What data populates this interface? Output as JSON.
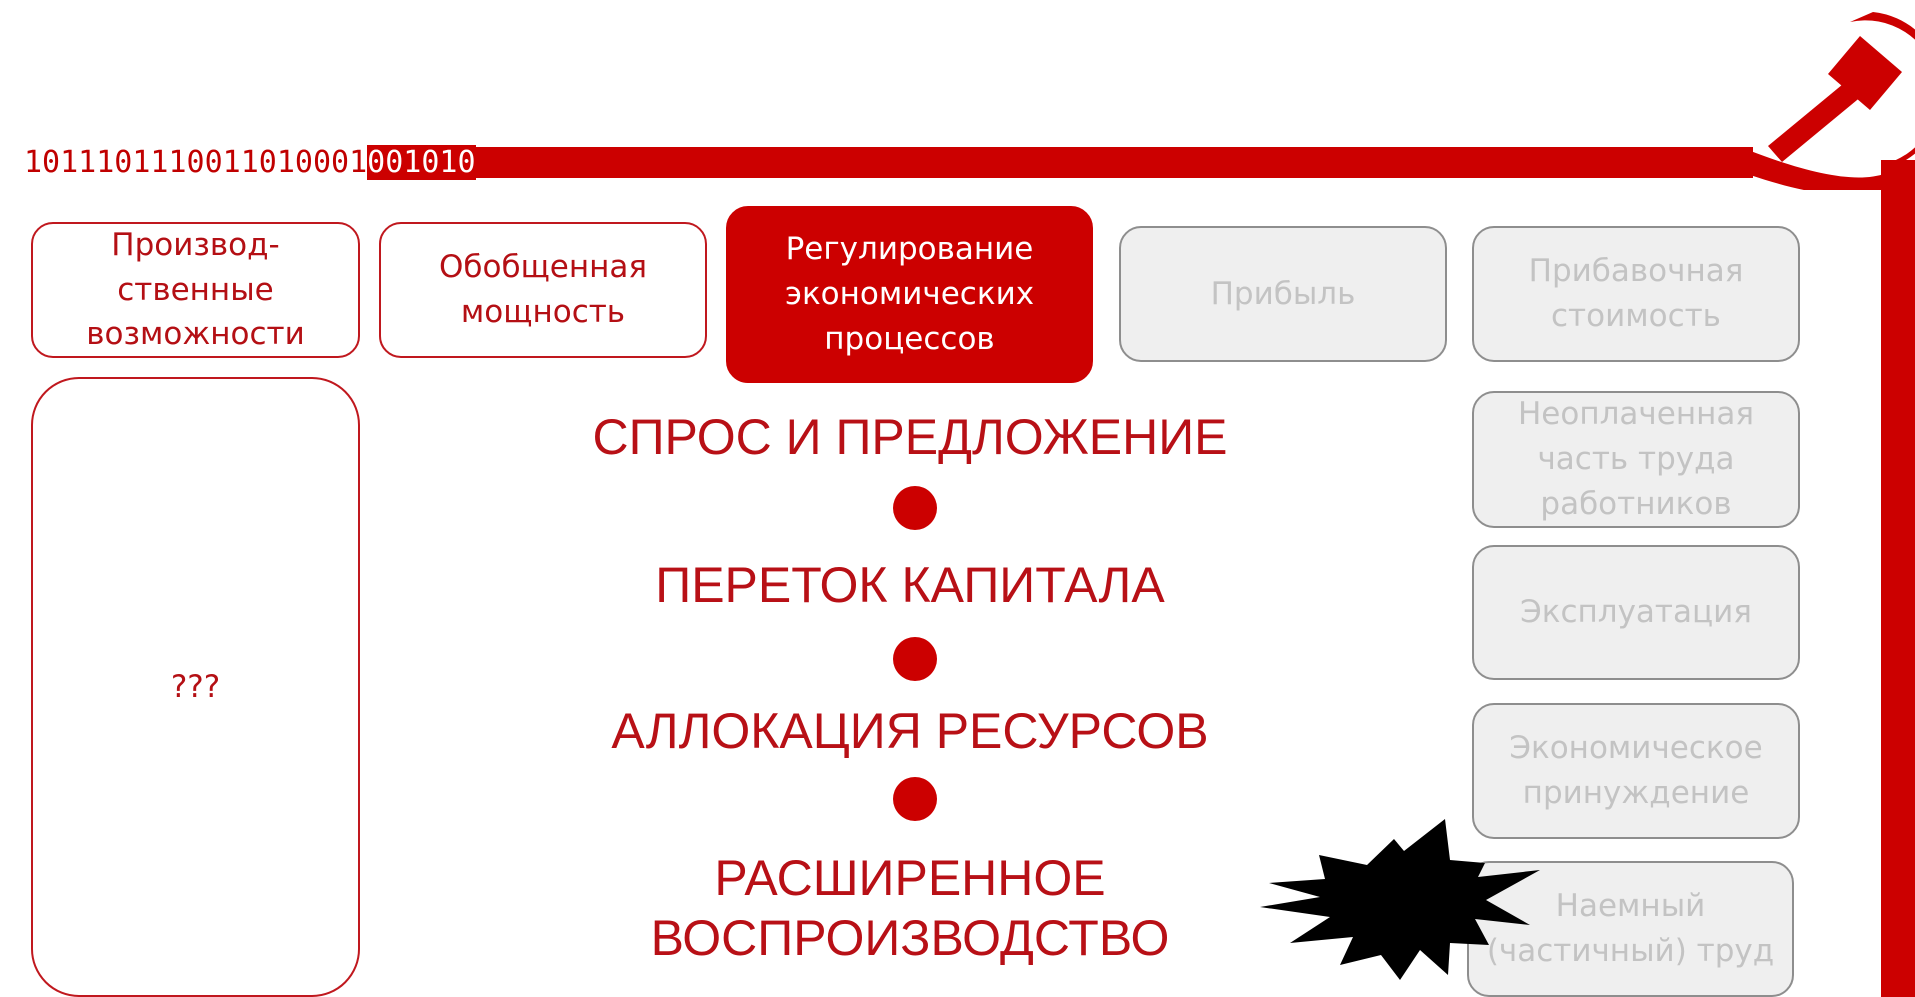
{
  "binary": {
    "plain": "1011101110011010001",
    "highlighted": "001010"
  },
  "emblem": {
    "name": "hammer-and-sickle-icon",
    "color": "#cc0000"
  },
  "top_boxes": [
    {
      "label": "Производ-\nственные\nвозможности"
    },
    {
      "label": "Обобщенная\nмощность"
    },
    {
      "label": "Регулирование\nэкономических\nпроцессов"
    },
    {
      "label": "Прибыль"
    },
    {
      "label": "Прибавочная\nстоимость"
    }
  ],
  "left_tall_box": {
    "label": "???"
  },
  "chain": [
    {
      "label": "СПРОС И ПРЕДЛОЖЕНИЕ"
    },
    {
      "label": "ПЕРЕТОК КАПИТАЛА"
    },
    {
      "label": "АЛЛОКАЦИЯ РЕСУРСОВ"
    },
    {
      "label": "РАСШИРЕННОЕ\nВОСПРОИЗВОДСТВО"
    }
  ],
  "right_boxes": [
    {
      "label": "Неоплаченная\nчасть труда\nработников"
    },
    {
      "label": "Эксплуатация"
    },
    {
      "label": "Экономическое\nпринуждение"
    },
    {
      "label": "Наемный\n(частичный) труд"
    }
  ],
  "burst": {
    "name": "explosion-burst-icon",
    "color": "#000000"
  },
  "colors": {
    "accent": "#cc0000",
    "text_red": "#b40f14",
    "grey_box": "#efefef",
    "grey_text": "#c3c3c3"
  }
}
